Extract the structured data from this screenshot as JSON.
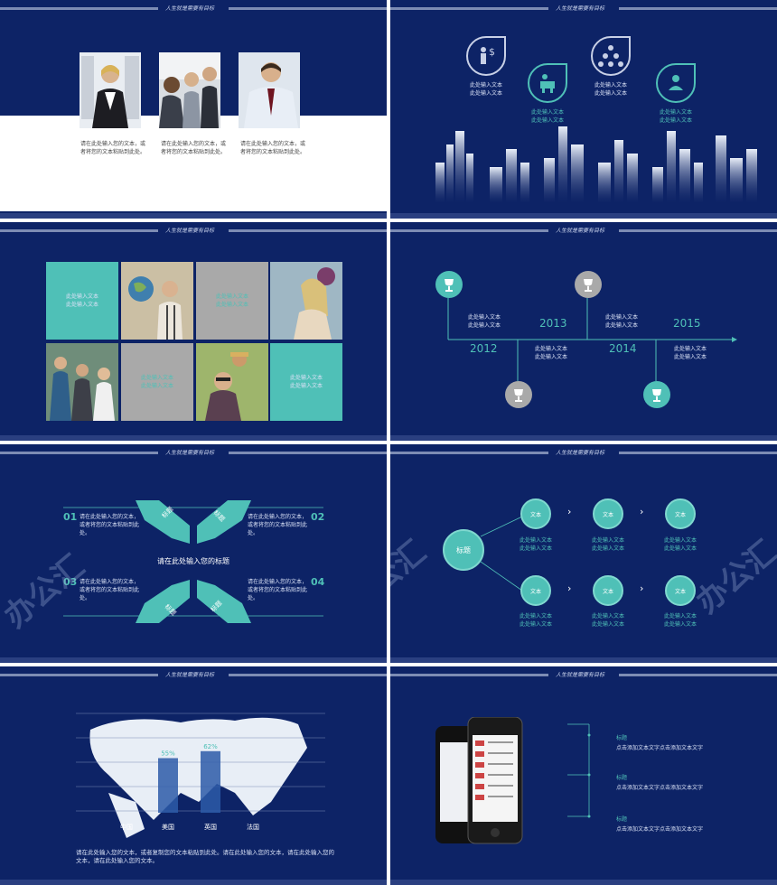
{
  "header": {
    "title": "人生就是需要有目标"
  },
  "colors": {
    "navy": "#0d2366",
    "teal": "#4fc0b7",
    "gray": "#a9a9a9"
  },
  "slide1": {
    "captions": [
      "请在此处输入您的文本，或者将您的文本粘贴到此处。",
      "请在此处输入您的文本，或者将您的文本粘贴到此处。",
      "请在此处输入您的文本，或者将您的文本粘贴到此处。"
    ]
  },
  "slide2": {
    "items": [
      {
        "icon": "dollar-person-icon",
        "text": "此处输入文本\n此处输入文本"
      },
      {
        "icon": "desk-person-icon",
        "text": "此处输入文本\n此处输入文本"
      },
      {
        "icon": "group-icon",
        "text": "此处输入文本\n此处输入文本"
      },
      {
        "icon": "user-icon",
        "text": "此处输入文本\n此处输入文本"
      }
    ]
  },
  "slide3": {
    "tiles": [
      "此处输入文本\n此处输入文本",
      "此处输入文本\n此处输入文本",
      "此处输入文本\n此处输入文本",
      "此处输入文本\n此处输入文本"
    ]
  },
  "slide4": {
    "years": [
      "2012",
      "2013",
      "2014",
      "2015"
    ],
    "texts": [
      "此处输入文本\n此处输入文本",
      "此处输入文本\n此处输入文本",
      "此处输入文本\n此处输入文本",
      "此处输入文本\n此处输入文本"
    ]
  },
  "slide5": {
    "nums": [
      "01",
      "02",
      "03",
      "04"
    ],
    "texts": [
      "请在此处输入您的文本，或者将您的文本粘贴到此处。",
      "请在此处输入您的文本，或者将您的文本粘贴到此处。",
      "请在此处输入您的文本，或者将您的文本粘贴到此处。",
      "请在此处输入您的文本，或者将您的文本粘贴到此处。"
    ],
    "arrow_label": "标题",
    "center_title": "请在此处输入您的标题"
  },
  "slide6": {
    "main": "标题",
    "node": "文本",
    "caption": "此处输入文本\n此处输入文本"
  },
  "chart_data": {
    "type": "bar",
    "categories": [
      "中国",
      "美国",
      "英国",
      "法国"
    ],
    "values": [
      0,
      55,
      62,
      0
    ],
    "value_labels": [
      "",
      "55%",
      "62%",
      ""
    ]
  },
  "slide7": {
    "footer": "请在此处输入您的文本，或者复制您的文本粘贴到此处。请在此处输入您的文本，请在此处输入您的文本，请在此处输入您的文本。"
  },
  "slide8": {
    "items": [
      {
        "title": "标题",
        "text": "点击添加文本文字点击添加文本文字"
      },
      {
        "title": "标题",
        "text": "点击添加文本文字点击添加文本文字"
      },
      {
        "title": "标题",
        "text": "点击添加文本文字点击添加文本文字"
      }
    ]
  },
  "watermark": "办公汇"
}
